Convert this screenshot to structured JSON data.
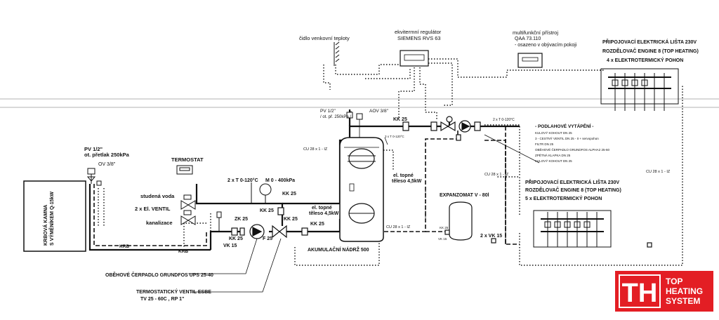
{
  "labels": {
    "sensor_outdoor": "čidlo venkovní teploty",
    "regulator_1": "ekvitermní regulátor",
    "regulator_2": "SIEMENS RVS 63",
    "multi_1": "multifunkční přístroj",
    "multi_2": "QAA 73.110",
    "multi_3": "- osazeno v obývacím pokoji",
    "strip_top_1": "PŘIPOJOVACÍ ELEKTRICKÁ LIŠTA 230V",
    "strip_top_2": "ROZDĚLOVAČ ENGINE 8 (TOP HEATING)",
    "strip_top_3": "4 x ELEKTROTERMICKÝ POHON",
    "strip_bot_1": "PŘIPOJOVACÍ ELEKTRICKÁ LIŠTA 230V",
    "strip_bot_2": "ROZDĚLOVAČ ENGINE 8 (TOP HEATING)",
    "strip_bot_3": "5 x ELEKTROTERMICKÝ POHON",
    "pv_left_1": "PV 1/2\"",
    "pv_left_2": "ot. přetlak 250kPa",
    "ov": "OV 3/8\"",
    "stove_1": "KRBOVÁ KAMNA",
    "stove_2": "S VÝMĚNÍKEM Q-15kW",
    "termostat": "TERMOSTAT",
    "cold_water": "studená voda",
    "el_ventil": "2 x El. VENTIL",
    "kanalizace": "kanalizace",
    "thermo": "2 x T 0-120°C",
    "mano": "M 0 - 400kPa",
    "kk25_a": "KK 25",
    "kk25_b": "KK 25",
    "kk25_c": "KK 25",
    "kk25_d": "KK 25",
    "kk25_e": "KK 25",
    "kk25_f": "KK 25",
    "zk25": "ZK 25",
    "f25": "F 25",
    "vk15": "VK 15",
    "krb_1": "KRB",
    "krb_2": "KRB",
    "pump_note": "OBĚHOVÉ ČERPADLO GRUNDFOS UPS 25-40",
    "valve_note_1": "TERMOSTATICKÝ VENTIL ESBE",
    "valve_note_2": "TV 25 - 60C , RP 1\"",
    "tank": "AKUMULAČNÍ NÁDRŽ 500",
    "heater_1_a": "el. topné",
    "heater_1_b": "těleso 4,5kW",
    "heater_2_a": "el. topné",
    "heater_2_b": "těleso 4,5kW",
    "pv_top_1": "PV 1/2\"",
    "pv_top_2": "/ ot. př. 250kPa /",
    "aov": "AOV 3/8\"",
    "tank_thermo": "3 x T 0-120°C",
    "pipe_cu_1": "CU 28 x 1 - IZ",
    "pipe_cu_2": "CU 28 x 1 - IZ",
    "pipe_cu_3": "CU 28 x 1 - IZ",
    "pipe_cu_4": "CU 28 x 1 - IZ",
    "expanzomat": "EXPANZOMAT V - 80l",
    "vk15_2x": "2 x VK 15",
    "kk25_small": "KK 25",
    "vk15_small": "VK 15",
    "floor_thermo": "2 x T 0-120°C",
    "floor_title": "- PODLAHOVÉ VYTÁPĚNÍ -",
    "floor_items": [
      "KULOVÝ KOHOUT DN 25",
      "3 - CESTNÝ VENTIL DN 25 - II  + servopohon",
      "FILTR DN 25",
      "OBĚHOVÉ ČERPADLO GRUNDFOS ALPHA2 25-60",
      "ZPĚTNÁ KLAPKA DN 25",
      "KULOVÝ KOHOUT DN 25"
    ]
  },
  "logo": {
    "mark": "TH",
    "line1": "TOP",
    "line2": "HEATING",
    "line3": "SYSTEM",
    "color": "#e31e24"
  }
}
